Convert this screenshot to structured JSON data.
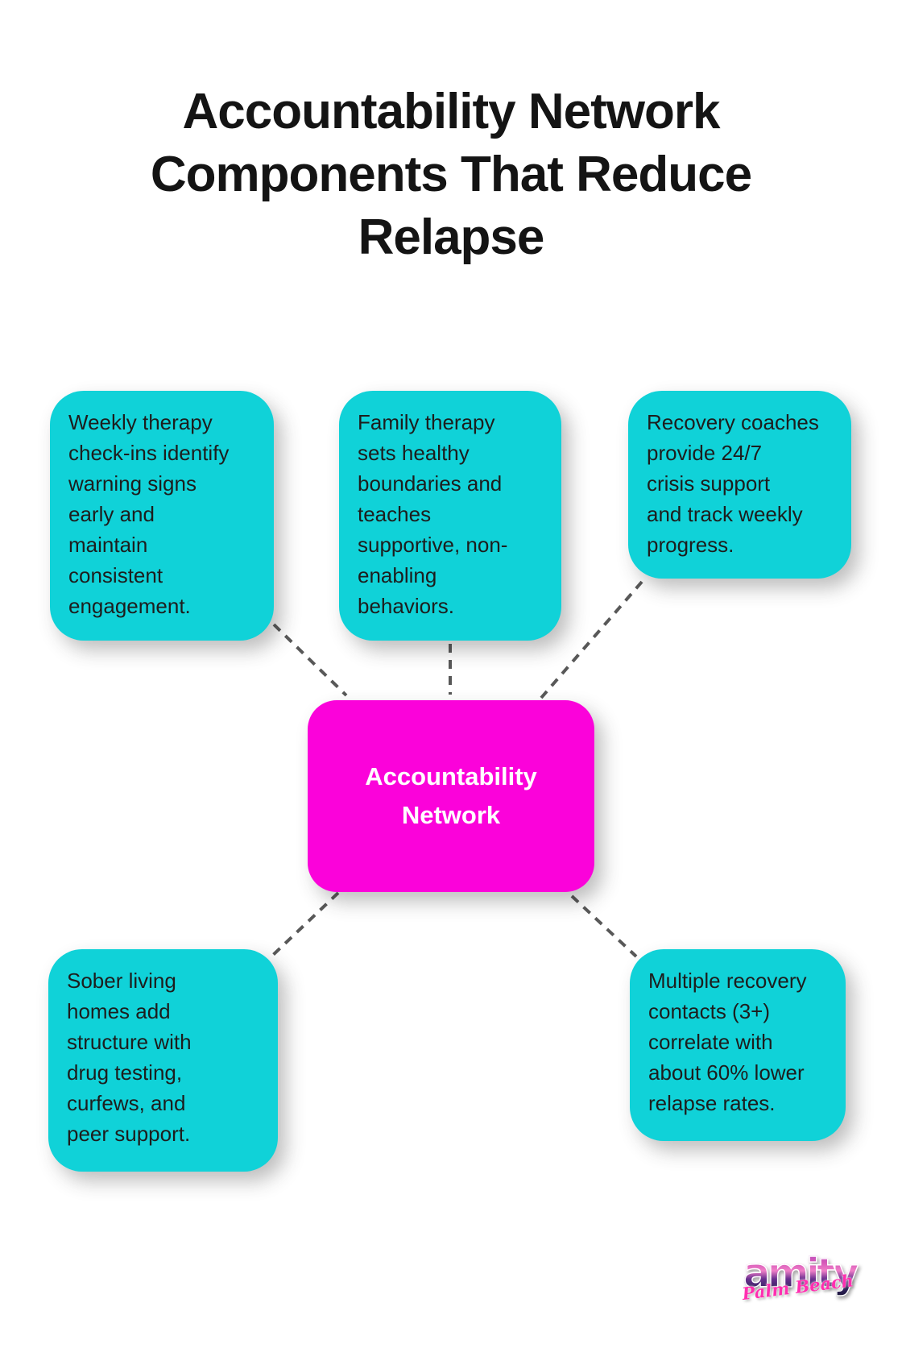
{
  "title": {
    "lines": [
      "Accountability Network",
      "Components That Reduce",
      "Relapse"
    ]
  },
  "diagram": {
    "center": {
      "label": "Accountability\nNetwork",
      "bg": "#fb02da",
      "text_color": "#ffffff"
    },
    "nodes": [
      {
        "id": "top-left",
        "text": "Weekly therapy\ncheck-ins identify\nwarning signs\nearly and\nmaintain\nconsistent\nengagement."
      },
      {
        "id": "top-middle",
        "text": "Family therapy\nsets healthy\nboundaries and\nteaches\nsupportive, non-\nenabling\nbehaviors."
      },
      {
        "id": "top-right",
        "text": "Recovery coaches\nprovide 24/7\ncrisis support\nand track weekly\nprogress."
      },
      {
        "id": "bottom-left",
        "text": "Sober living\nhomes add\nstructure with\ndrug testing,\ncurfews, and\npeer support."
      },
      {
        "id": "bottom-right",
        "text": "Multiple recovery\ncontacts (3+)\ncorrelate with\nabout 60% lower\nrelapse rates."
      }
    ],
    "node_bg": "#10d2d8",
    "node_text_color": "#1d1d1d",
    "connector_color": "#585858"
  },
  "logo": {
    "brand": "amity",
    "subtitle": "Palm Beach"
  }
}
